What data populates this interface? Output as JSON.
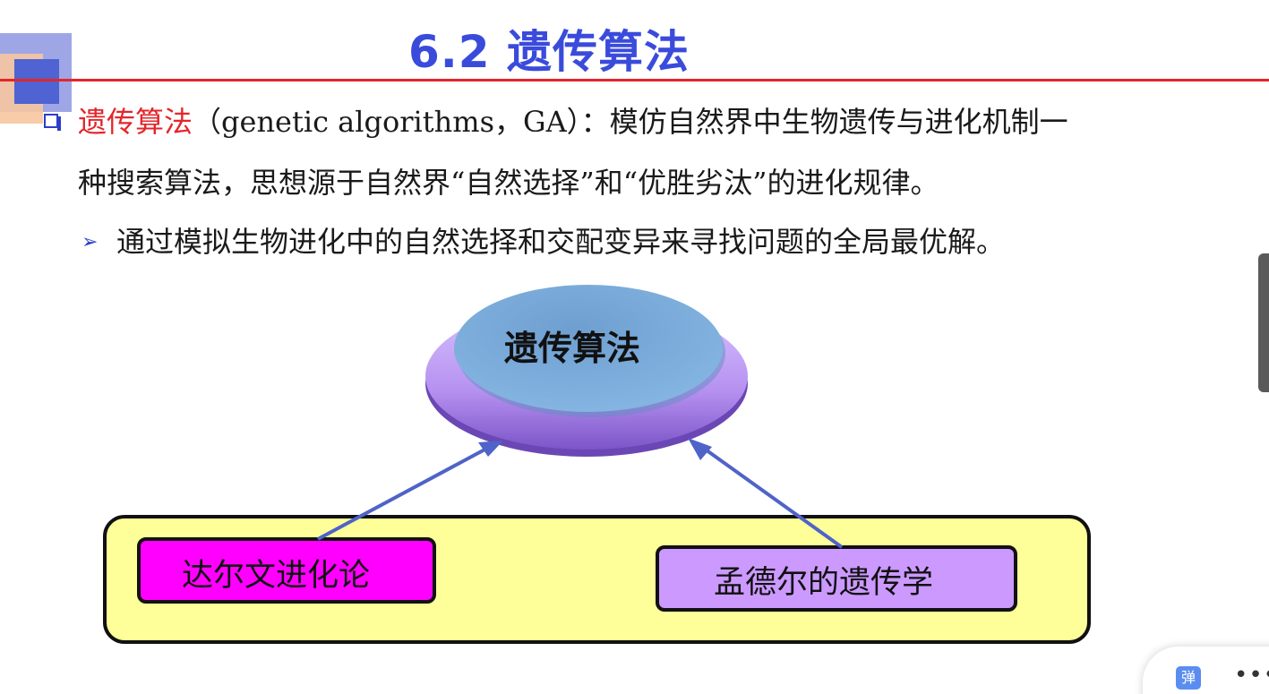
{
  "slide": {
    "title": "6.2 遗传算法",
    "bullet1": {
      "term": "遗传算法",
      "text_a": "（genetic algorithms，GA）：模仿自然界中生物遗传与进化机制一",
      "text_b": "种搜索算法，思想源于自然界“自然选择”和“优胜劣汰”的进化规律。"
    },
    "bullet2": {
      "text": "通过模拟生物进化中的自然选择和交配变异来寻找问题的全局最优解。"
    }
  },
  "diagram": {
    "center_label": "遗传算法",
    "left_box_label": "达尔文进化论",
    "right_box_label": "孟德尔的遗传学"
  },
  "colors": {
    "title": "#3a4bdc",
    "term": "#e3262b",
    "rule": "#e3262b",
    "outer_box": "#ffff99",
    "left_box": "#ff00ff",
    "right_box": "#cc99ff",
    "disc_top": "#7aaedb",
    "disc_rim": "#b691f0",
    "arrow": "#4f63c8"
  },
  "widget": {
    "danmu_label": "弹",
    "more_label": "•••"
  }
}
